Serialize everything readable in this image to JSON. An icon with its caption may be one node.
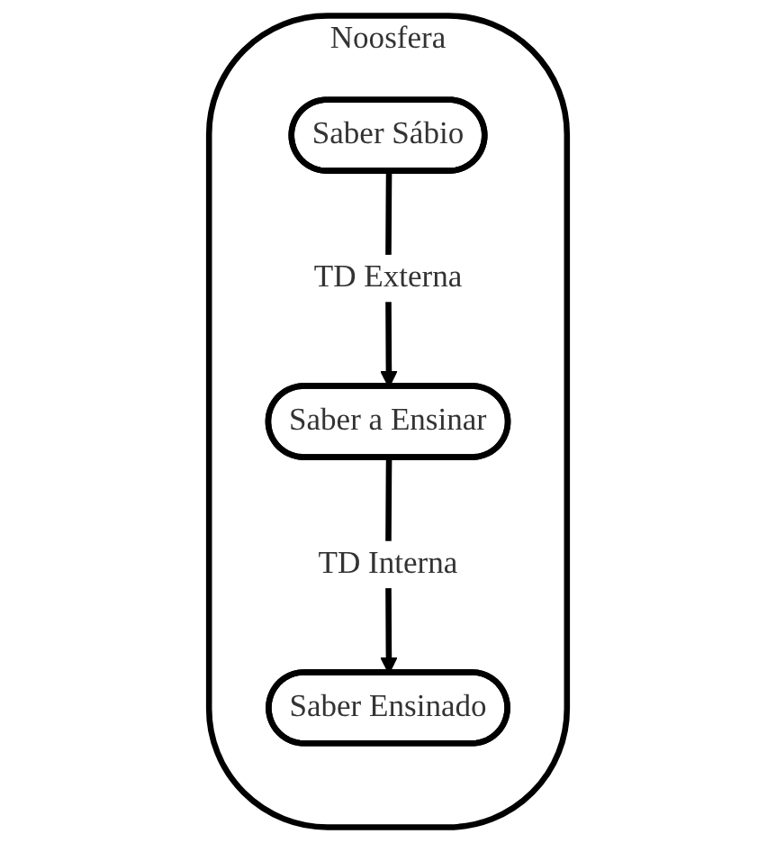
{
  "diagram": {
    "nodes": [
      {
        "text": [
          "Noosfera"
        ]
      },
      {
        "text": [
          "Saber Sábio"
        ],
        "in": 0
      },
      {
        "text": [
          "Saber a Ensinar"
        ],
        "in": 0
      },
      {
        "text": [
          "Saber Ensinado"
        ],
        "in": 0
      }
    ],
    "edges": [
      {
        "from": 1,
        "to": 2,
        "arrow": "to",
        "label": "TD Externa"
      },
      {
        "from": 2,
        "to": 3,
        "arrow": "to",
        "label": "TD Interna"
      }
    ]
  }
}
